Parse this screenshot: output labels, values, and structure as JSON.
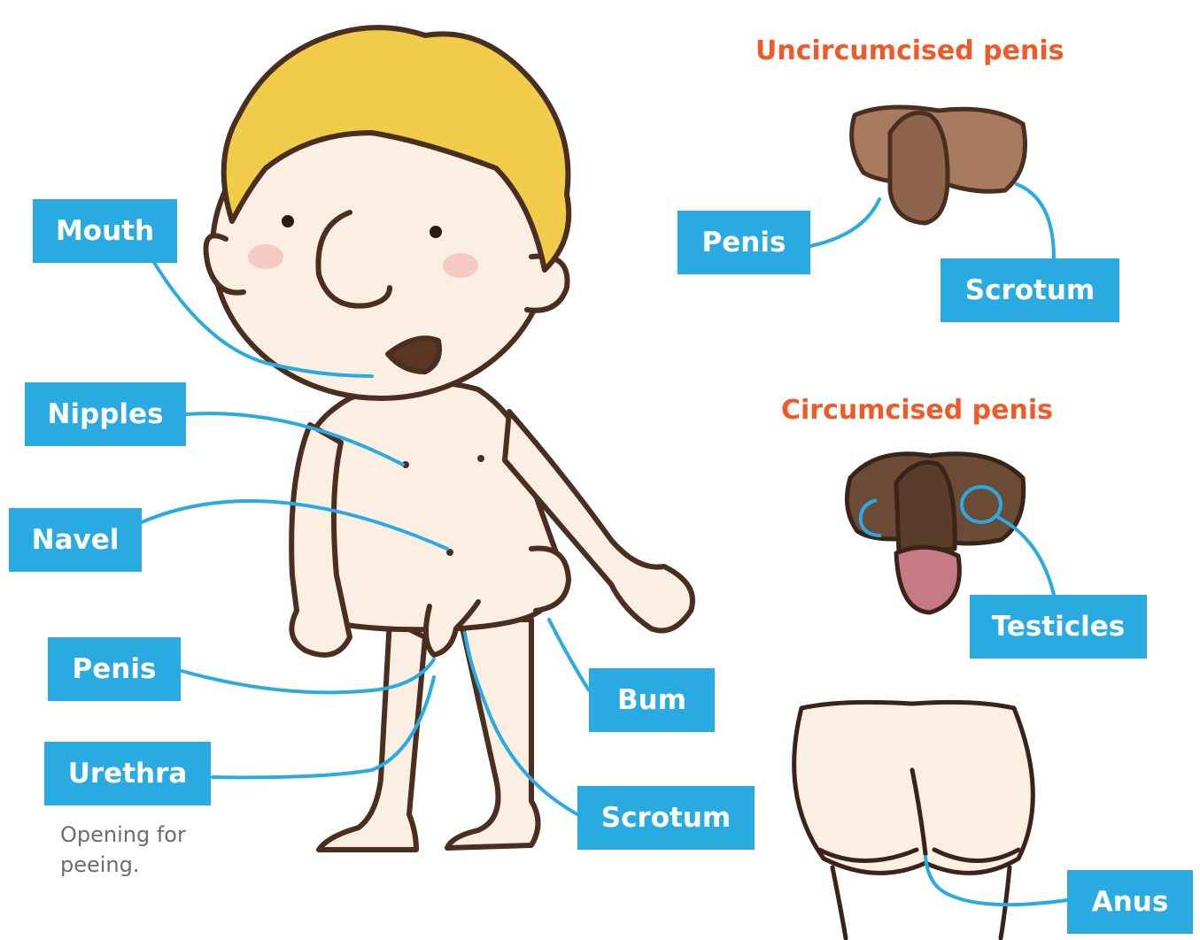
{
  "headings": {
    "uncircumcised": "Uncircumcised penis",
    "circumcised": "Circumcised penis"
  },
  "labels": {
    "mouth": "Mouth",
    "nipples": "Nipples",
    "navel": "Navel",
    "penis": "Penis",
    "urethra": "Urethra",
    "bum": "Bum",
    "scrotum": "Scrotum",
    "uncircumcised_penis": "Penis",
    "uncircumcised_scrotum": "Scrotum",
    "testicles": "Testicles",
    "anus": "Anus"
  },
  "urethra_note": {
    "line1": "Opening for",
    "line2": "peeing."
  },
  "colors": {
    "label_background": "#29abe2",
    "label_text": "#ffffff",
    "heading": "#f05a28",
    "leader_line": "#29abe2",
    "outline": "#4a2e1f",
    "skin": "#fbeee3",
    "hair": "#f1cc4a",
    "dark_skin": "#6b4a36",
    "medium_skin": "#9c6a52",
    "glans": "#c57a86"
  }
}
